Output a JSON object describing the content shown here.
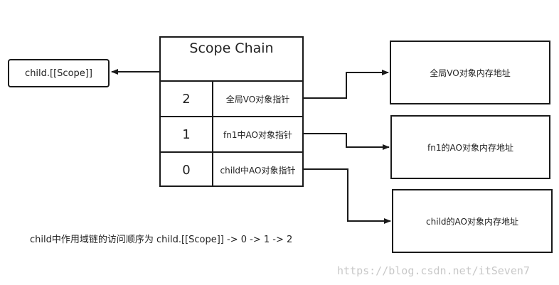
{
  "child_scope": {
    "label": "child.[[Scope]]"
  },
  "scope_chain": {
    "title": "Scope Chain",
    "rows": [
      {
        "index": "2",
        "pointer": "全局VO对象指针"
      },
      {
        "index": "1",
        "pointer": "fn1中AO对象指针"
      },
      {
        "index": "0",
        "pointer": "child中AO对象指针"
      }
    ]
  },
  "memory": {
    "global": "全局VO对象内存地址",
    "fn1": "fn1的AO对象内存地址",
    "child": "child的AO对象内存地址"
  },
  "caption": "child中作用域链的访问顺序为 child.[[Scope]] -> 0 -> 1 -> 2",
  "watermark": "https://blog.csdn.net/itSeven7"
}
